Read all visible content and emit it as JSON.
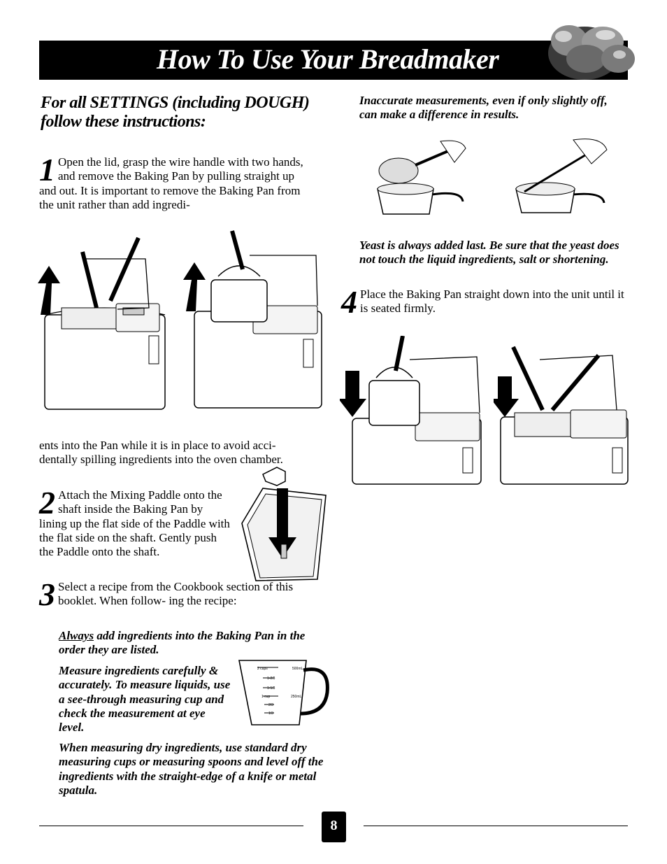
{
  "header": {
    "title": "How To Use Your Breadmaker"
  },
  "left": {
    "heading": "For all SETTINGS (including DOUGH) follow these instructions:",
    "step1": {
      "number": "1",
      "text_a": "Open the lid, grasp the wire handle with two hands, and remove the Baking Pan by pulling straight up and out.  It is important to remove the Baking Pan from the unit rather than add ingredi-",
      "text_b": "ents into the Pan while it is in place to avoid acci- dentally spilling ingredients into the oven chamber."
    },
    "step2": {
      "number": "2",
      "text": "Attach the Mixing Paddle onto the shaft inside the Baking Pan by lining up the flat side of the Paddle with the flat side on the shaft.  Gently push the Paddle onto the shaft."
    },
    "step3": {
      "number": "3",
      "text": "Select a recipe from the Cookbook section of this booklet.  When follow- ing the recipe:",
      "tip1_underlined": "Always",
      "tip1_rest": " add ingredients into the Baking Pan in the order they are listed.",
      "tip2": "Measure ingredients carefully & accurately.  To measure liquids, use a see-through measuring cup and check the measurement at eye level.",
      "tip3": "When measuring dry ingredients, use standard dry measuring cups or measuring spoons and level off the ingredients with the straight-edge of a knife or metal spatula."
    },
    "cup_marks": [
      "2 cups",
      "500mL",
      "1-2/3",
      "1-1/3",
      "1 cup",
      "250mL",
      "2/3",
      "1/3"
    ]
  },
  "right": {
    "note1": "Inaccurate measurements, even if only slightly off, can make a difference in results.",
    "note2": "Yeast is always added last.  Be sure that the yeast does not touch the liquid ingredients, salt or shortening.",
    "step4": {
      "number": "4",
      "text": "Place the Baking Pan straight down into the unit until it is seated firmly."
    }
  },
  "footer": {
    "page_number": "8"
  }
}
